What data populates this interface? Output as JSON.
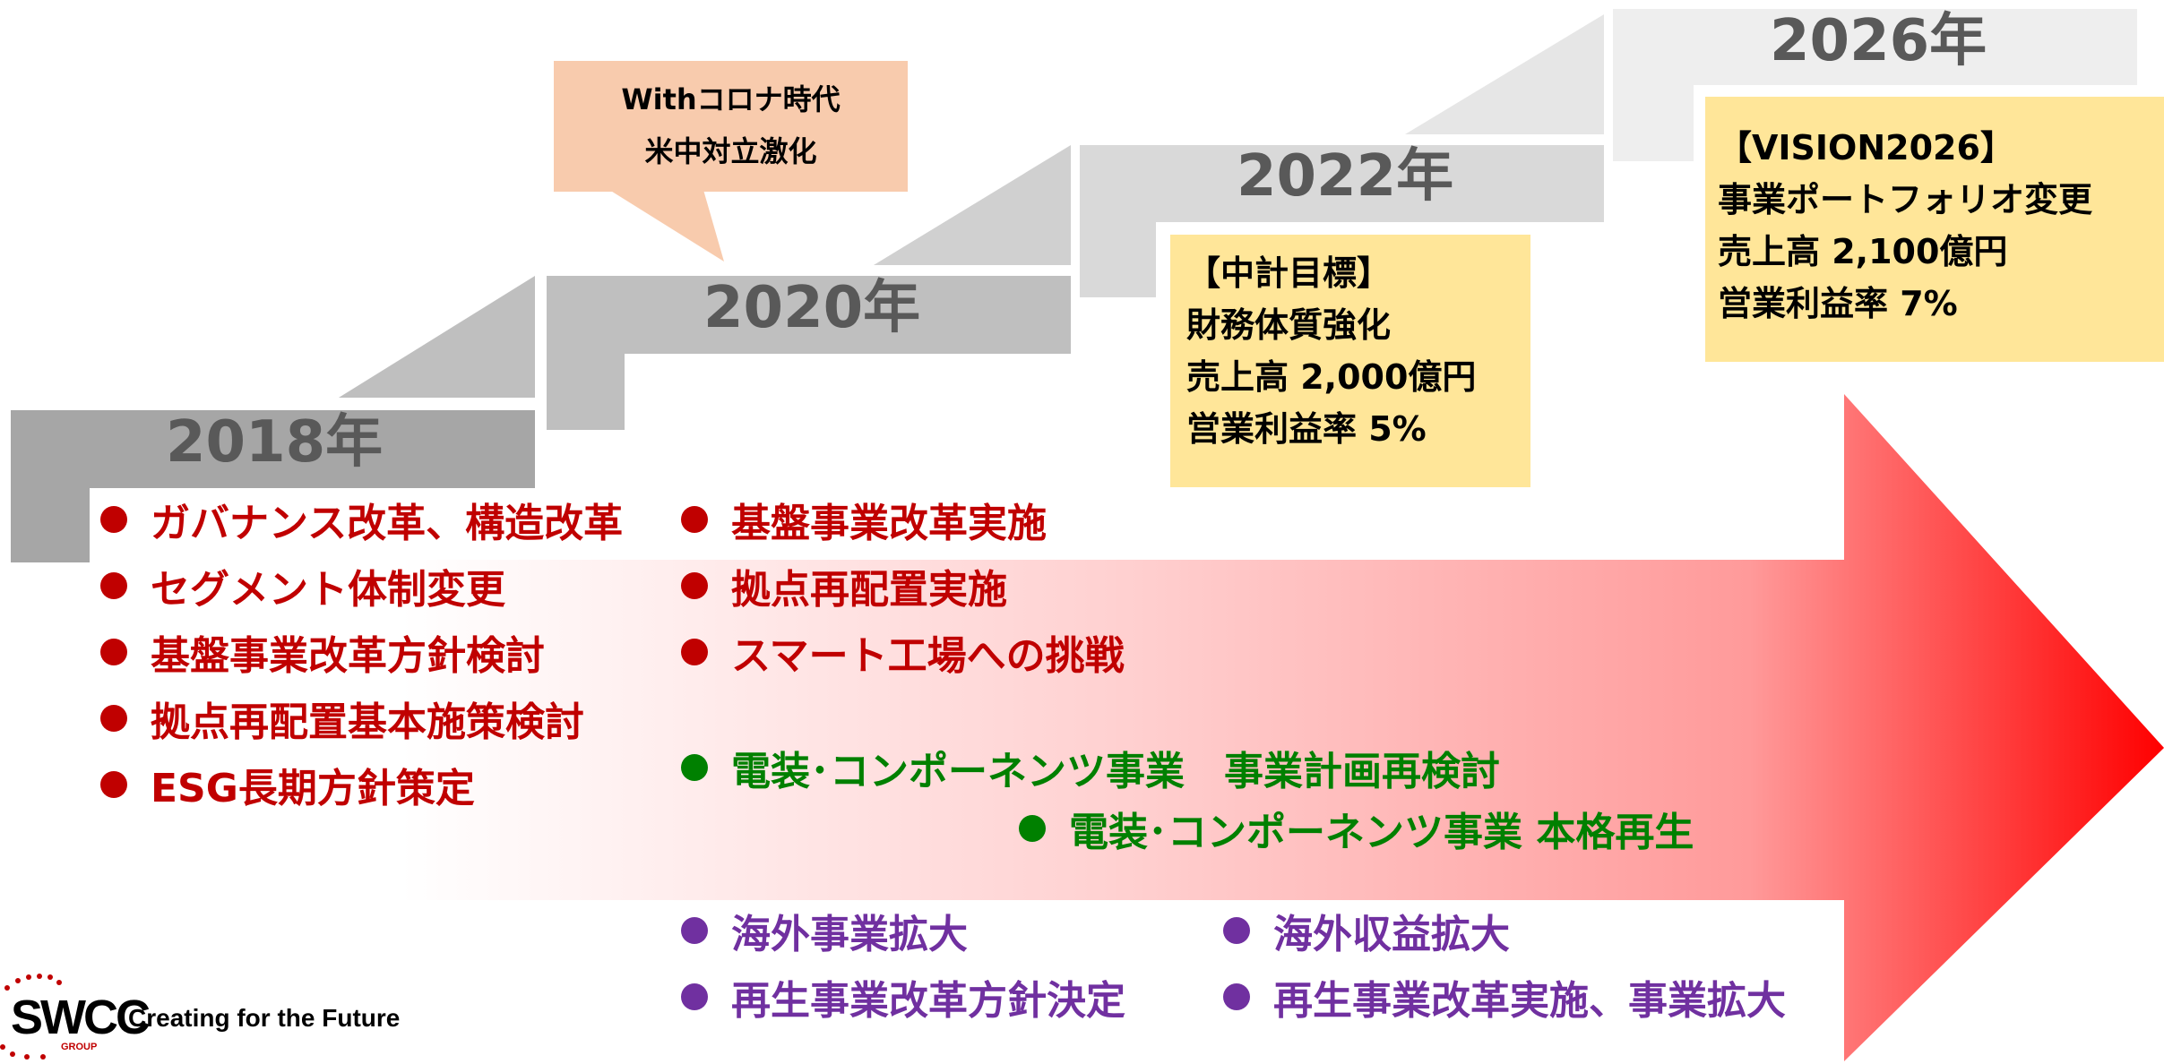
{
  "years": {
    "y2018": "2018年",
    "y2020": "2020年",
    "y2022": "2022年",
    "y2026": "2026年"
  },
  "callout": {
    "line1": "Withコロナ時代",
    "line2": "米中対立激化"
  },
  "targets": {
    "t2022": [
      "【中計目標】",
      "財務体質強化",
      "売上高 2,000億円",
      "営業利益率 5%"
    ],
    "t2026": [
      "【VISION2026】",
      "事業ポートフォリオ変更",
      "売上高 2,100億円",
      "営業利益率 7%"
    ]
  },
  "red_col1": [
    "ガバナンス改革、構造改革",
    "セグメント体制変更",
    "基盤事業改革方針検討",
    "拠点再配置基本施策検討",
    "ESG長期方針策定"
  ],
  "red_col2": [
    "基盤事業改革実施",
    "拠点再配置実施",
    "スマート工場への挑戦"
  ],
  "green": [
    "電装･コンポーネンツ事業　事業計画再検討",
    "電装･コンポーネンツ事業 本格再生"
  ],
  "purple_col1": [
    "海外事業拡大",
    "再生事業改革方針決定"
  ],
  "purple_col2": [
    "海外収益拡大",
    "再生事業改革実施、事業拡大"
  ],
  "logo": {
    "mark": "SWCC",
    "group": "GROUP",
    "tagline": "Creating  for the Future"
  },
  "colors": {
    "arrow_start": "#ffffff",
    "arrow_end": "#ff0000",
    "red_text": "#c00000",
    "green_text": "#008000",
    "purple_text": "#7030a0",
    "target_bg": "#ffe699",
    "callout_bg": "#f8cbad"
  }
}
